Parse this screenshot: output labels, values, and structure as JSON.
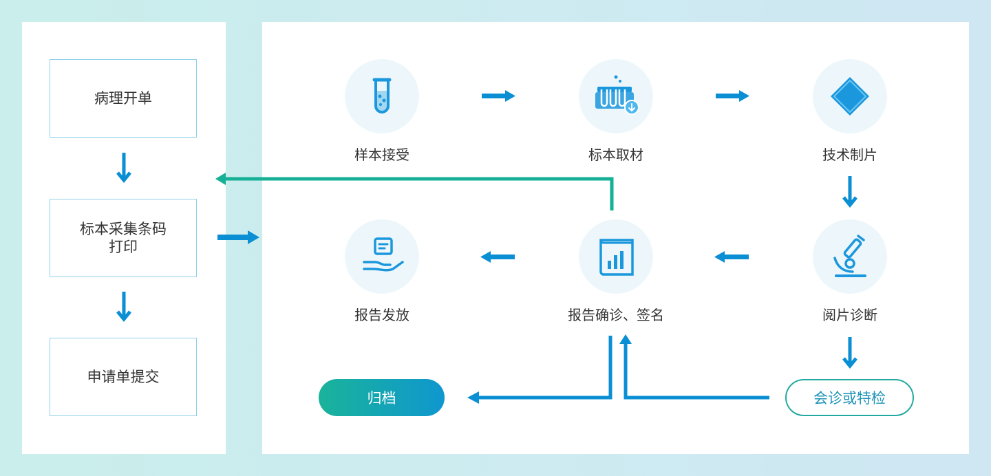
{
  "colors": {
    "arrow_blue": "#0b8fd4",
    "return_green": "#15b095",
    "icon_blue": "#1b97dd",
    "circle_bg": "#edf7fb",
    "box_border": "#8fd0ea"
  },
  "left_steps": [
    {
      "lines": [
        "病理开单"
      ]
    },
    {
      "lines": [
        "标本采集条码",
        "打印"
      ]
    },
    {
      "lines": [
        "申请单提交"
      ]
    }
  ],
  "nodes": {
    "sample_receive": {
      "label": "样本接受",
      "icon": "test-tube-icon"
    },
    "specimen_grossing": {
      "label": "标本取材",
      "icon": "specimen-rack-icon"
    },
    "slide_preparation": {
      "label": "技术制片",
      "icon": "glass-slide-icon"
    },
    "slide_reading": {
      "label": "阅片诊断",
      "icon": "microscope-icon"
    },
    "report_confirm": {
      "label": "报告确诊、签名",
      "icon": "report-chart-icon"
    },
    "report_release": {
      "label": "报告发放",
      "icon": "hand-document-icon"
    }
  },
  "archive": {
    "label": "归档"
  },
  "consult": {
    "label": "会诊或特检"
  }
}
